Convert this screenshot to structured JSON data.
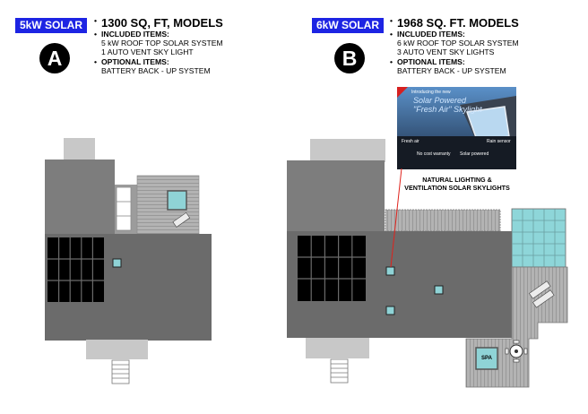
{
  "plan_a": {
    "badge": "5kW SOLAR",
    "letter": "A",
    "title": "1300 SQ, FT, MODELS",
    "included_heading": "INCLUDED ITEMS:",
    "included": [
      "5 kW ROOF TOP SOLAR SYSTEM",
      "1 AUTO VENT SKY LIGHT"
    ],
    "optional_heading": "OPTIONAL ITEMS:",
    "optional": [
      "BATTERY BACK - UP SYSTEM"
    ]
  },
  "plan_b": {
    "badge": "6kW SOLAR",
    "letter": "B",
    "title": "1968 SQ. FT. MODELS",
    "included_heading": "INCLUDED ITEMS:",
    "included": [
      "6 kW ROOF TOP SOLAR SYSTEM",
      "3 AUTO VENT SKY LIGHTS"
    ],
    "optional_heading": "OPTIONAL ITEMS:",
    "optional": [
      "BATTERY BACK - UP SYSTEM"
    ],
    "spa_label": "SPA"
  },
  "skylight_photo": {
    "small_text": "Introducing the new",
    "headline_1": "Solar Powered",
    "headline_2": "\"Fresh Air\" Skylight",
    "feature_1": "Fresh air",
    "feature_2": "Rain sensor",
    "feature_3": "No cost warranty",
    "feature_4": "Solar powered"
  },
  "skylight_caption": [
    "NATURAL LIGHTING &",
    "VENTILATION SOLAR SKYLIGHTS"
  ],
  "colors": {
    "badge": "#1d24e3",
    "roof": "#6b6b6b",
    "wall": "#a9a9a9",
    "panel": "#000000",
    "skylight": "#8fd3d6",
    "glass_grid": "#8ed6d9",
    "pointer": "#e0221c"
  }
}
